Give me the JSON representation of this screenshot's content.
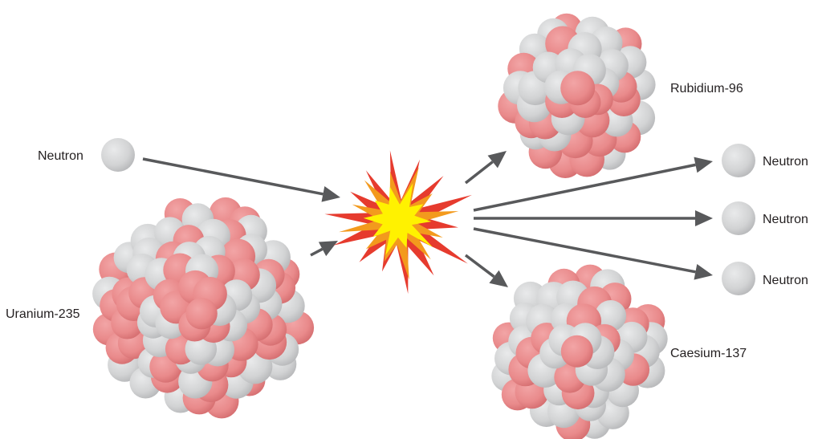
{
  "labels": {
    "neutron_in": "Neutron",
    "uranium": "Uranium-235",
    "rubidium": "Rubidium-96",
    "caesium": "Caesium-137",
    "neutron_out_1": "Neutron",
    "neutron_out_2": "Neutron",
    "neutron_out_3": "Neutron"
  },
  "colors": {
    "proton": "#e98a8b",
    "neutron": "#d2d3d4",
    "arrow": "#58595b",
    "flash_outer": "#e63b2e",
    "flash_mid": "#f39a1d",
    "flash_core": "#fff200",
    "text": "#231f20"
  },
  "icons": {
    "neutron": "grey-sphere",
    "nucleus": "cluster-of-spheres",
    "fission": "explosion-star",
    "arrow": "arrow-right"
  }
}
